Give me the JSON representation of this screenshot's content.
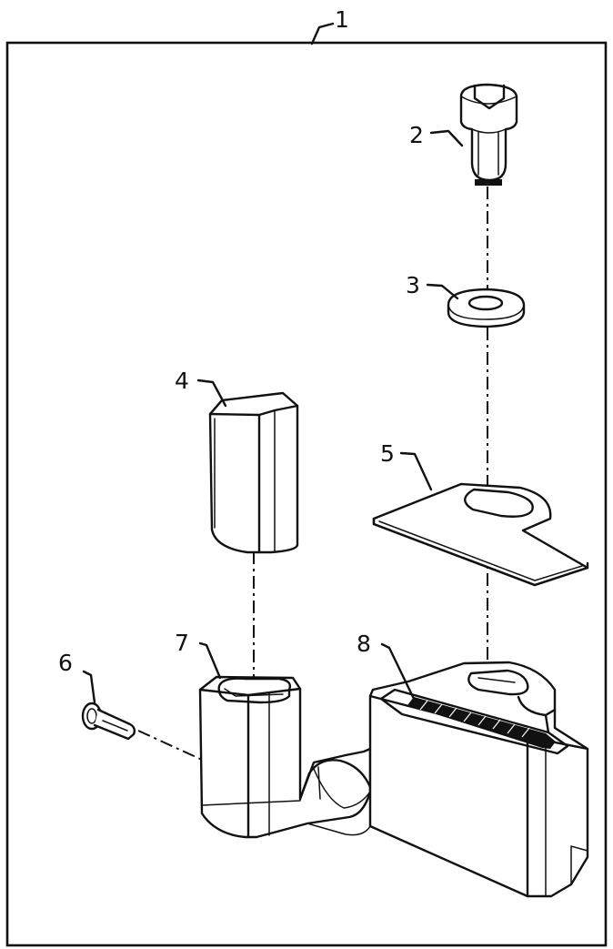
{
  "diagram": {
    "type": "exploded-parts-view",
    "callouts": [
      {
        "id": "1",
        "label": "1",
        "part": "assembly-frame"
      },
      {
        "id": "2",
        "label": "2",
        "part": "slotted-screw"
      },
      {
        "id": "3",
        "label": "3",
        "part": "washer"
      },
      {
        "id": "4",
        "label": "4",
        "part": "insert-block"
      },
      {
        "id": "5",
        "label": "5",
        "part": "plate"
      },
      {
        "id": "6",
        "label": "6",
        "part": "pin"
      },
      {
        "id": "7",
        "label": "7",
        "part": "small-housing"
      },
      {
        "id": "8",
        "label": "8",
        "part": "large-housing"
      }
    ]
  }
}
